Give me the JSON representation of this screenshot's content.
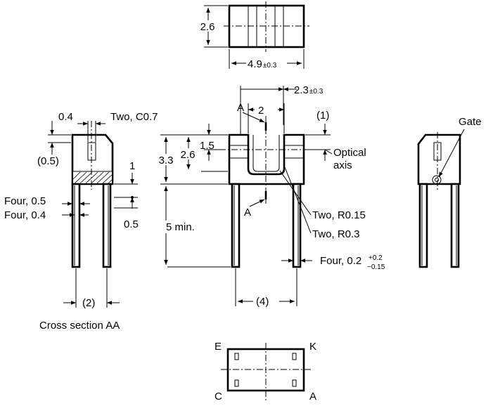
{
  "top_view": {
    "dim_height": "2.6",
    "dim_width": "4.9",
    "dim_width_tol": "±0.3"
  },
  "side_view": {
    "dim_04": "0.4",
    "chamfer": "Two, C0.7",
    "dim_05_paren": "(0.5)",
    "dim_1": "1",
    "lead_05": "Four, 0.5",
    "lead_04": "Four, 0.4",
    "dim_05": "0.5",
    "pitch": "(2)",
    "caption": "Cross section AA"
  },
  "front_view": {
    "dim_23": "2.3",
    "dim_23_tol": "±0.3",
    "section_mark": "A",
    "dim_2": "2",
    "dim_1_paren": "(1)",
    "dim_33": "3.3",
    "dim_26": "2.6",
    "dim_15": "1.5",
    "optical": "Optical",
    "axis": "axis",
    "radius_015": "Two, R0.15",
    "radius_03": "Two, R0.3",
    "lead_min": "5 min.",
    "lead_thick": "Four, 0.2",
    "lead_thick_plus": "+0.2",
    "lead_thick_minus": "−0.15",
    "pitch": "(4)"
  },
  "right_view": {
    "gate": "Gate"
  },
  "bottom_view": {
    "pin_e": "E",
    "pin_k": "K",
    "pin_c": "C",
    "pin_a": "A"
  }
}
